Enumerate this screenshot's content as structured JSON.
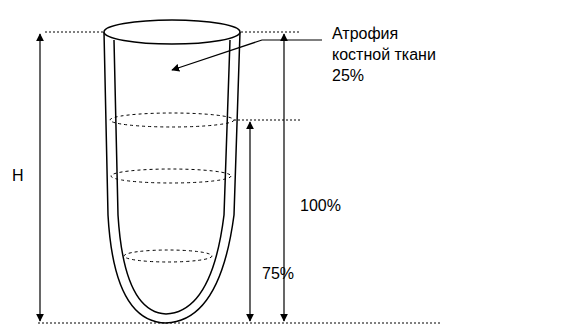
{
  "diagram": {
    "labels": [
      "Атрофия костной ткани 25%",
      "H",
      "100%",
      "75%"
    ]
  }
}
